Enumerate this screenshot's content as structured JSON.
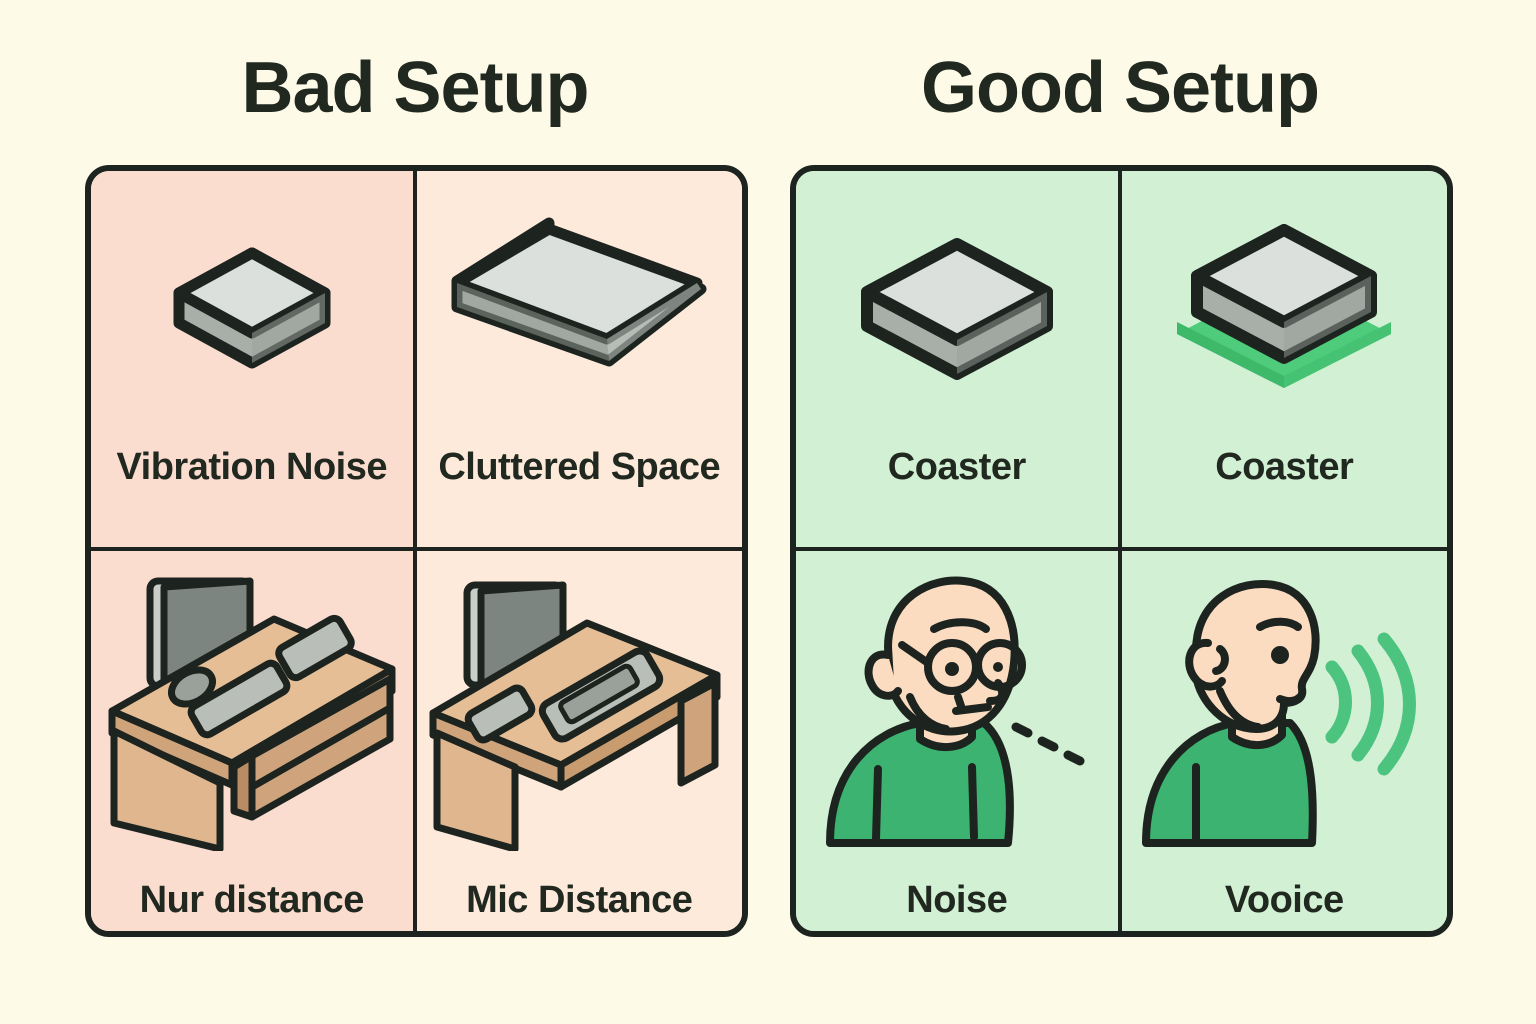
{
  "background_color": "#FDFBE8",
  "panels": [
    {
      "id": "bad",
      "title": "Bad Setup",
      "accent_color": "#FBDDD0",
      "cells": [
        {
          "label": "Vibration Noise",
          "icon": "small-gray-box-icon",
          "bg": "#FBDDD0"
        },
        {
          "label": "Cluttered Space",
          "icon": "large-gray-slab-icon",
          "bg": "#FDEADB"
        },
        {
          "label": "Nur distance",
          "icon": "desk-with-monitor-icon",
          "bg": "#FBDDD0"
        },
        {
          "label": "Mic Distance",
          "icon": "desk-with-monitor-icon",
          "bg": "#FDEADB"
        }
      ]
    },
    {
      "id": "good",
      "title": "Good Setup",
      "accent_color": "#D2F0D3",
      "cells": [
        {
          "label": "Coaster",
          "icon": "gray-box-icon",
          "bg": "#D2F0D3"
        },
        {
          "label": "Coaster",
          "icon": "gray-box-on-green-pad-icon",
          "bg": "#D2F0D3"
        },
        {
          "label": "Noise",
          "icon": "person-with-glasses-icon",
          "bg": "#D2F0D3"
        },
        {
          "label": "Vooice",
          "icon": "person-speaking-icon",
          "bg": "#D2F0D3"
        }
      ]
    }
  ],
  "colors": {
    "outline": "#1D2420",
    "text": "#20281F",
    "metal_light": "#E2E5E2",
    "metal_dark": "#9BA29B",
    "wood_top": "#E6BE96",
    "wood_side": "#C99C6F",
    "screen": "#7C8580",
    "skin": "#FBDCC0",
    "shirt_green": "#3CB371",
    "wave_green": "#4CC37E",
    "pad_green": "#4ECB7B"
  }
}
